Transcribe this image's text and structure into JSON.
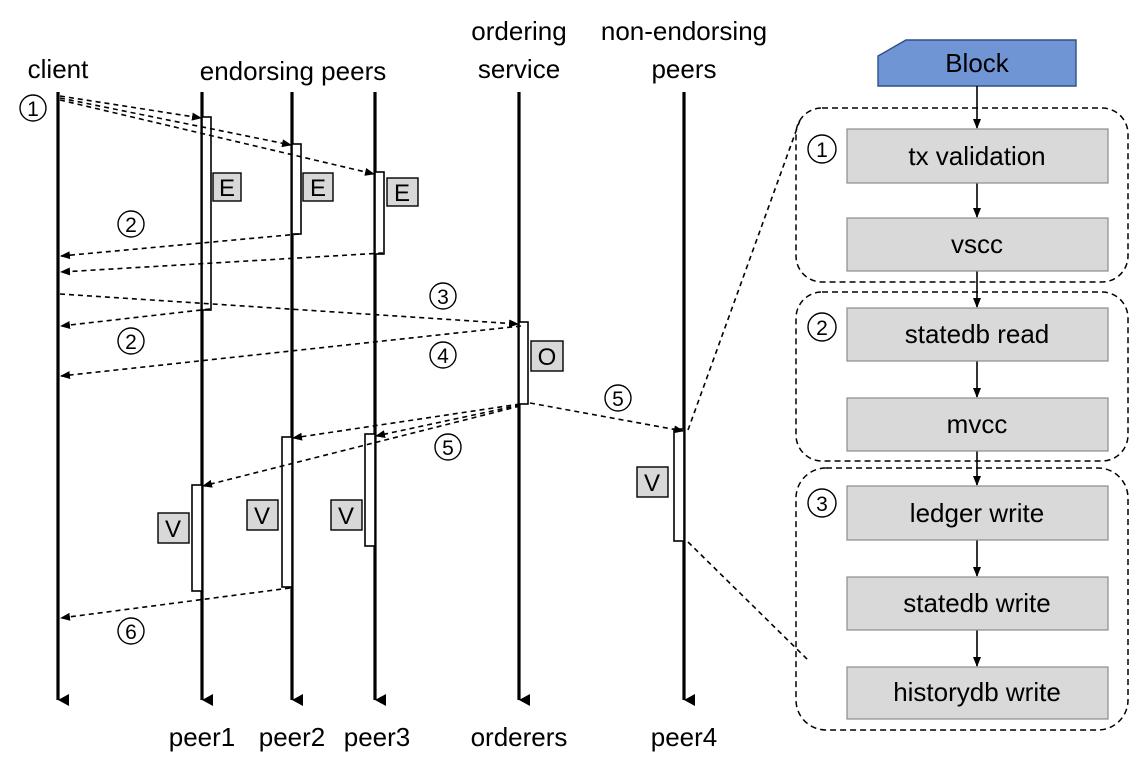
{
  "headers": {
    "client": "client",
    "endorsing_peers": "endorsing peers",
    "ordering_line1": "ordering",
    "ordering_line2": "service",
    "non_endorsing_line1": "non-endorsing",
    "non_endorsing_line2": "peers"
  },
  "footers": {
    "peer1": "peer1",
    "peer2": "peer2",
    "peer3": "peer3",
    "orderers": "orderers",
    "peer4": "peer4"
  },
  "activation_tags": {
    "endorse": "E",
    "order": "O",
    "validate": "V"
  },
  "message_numbers": {
    "n1": "1",
    "n2": "2",
    "n3": "3",
    "n4": "4",
    "n5": "5",
    "n6": "6"
  },
  "pipeline": {
    "block": "Block",
    "steps": [
      "tx validation",
      "vscc",
      "statedb read",
      "mvcc",
      "ledger write",
      "statedb write",
      "historydb write"
    ],
    "group_numbers": [
      "1",
      "2",
      "3"
    ]
  },
  "colors": {
    "block_fill": "#6f95d4",
    "step_fill": "#d9d9d9",
    "tag_fill": "#d8d8d8"
  }
}
